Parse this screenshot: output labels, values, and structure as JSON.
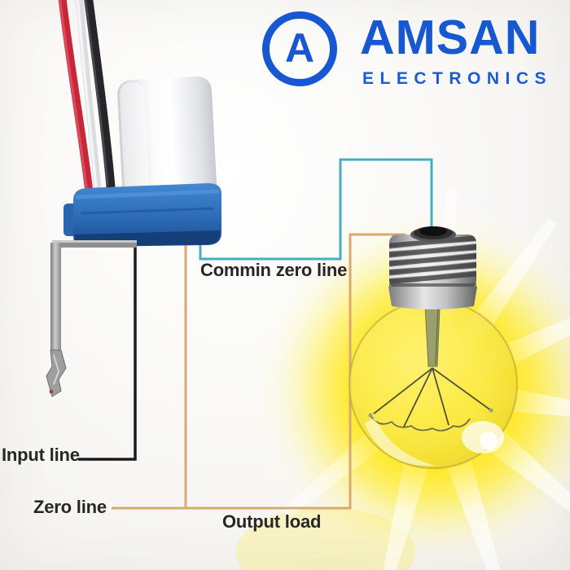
{
  "brand": {
    "monogram": "A",
    "name": "AMSAN",
    "subtitle": "ELECTRONICS",
    "color": "#1757d2"
  },
  "diagram": {
    "labels": {
      "common_zero": "Commin zero line",
      "input": "Input line",
      "zero": "Zero line",
      "output": "Output load"
    },
    "wire_colors": {
      "common_zero": "#45aec3",
      "neutral": "#d9a96e",
      "input": "#1b1b1b"
    },
    "figures": {
      "sensor": "photocell-switch",
      "sensor_body_color": "#2c6ab4",
      "bulb": "glowing-light-bulb",
      "glow_color": "#ffe71b"
    }
  }
}
